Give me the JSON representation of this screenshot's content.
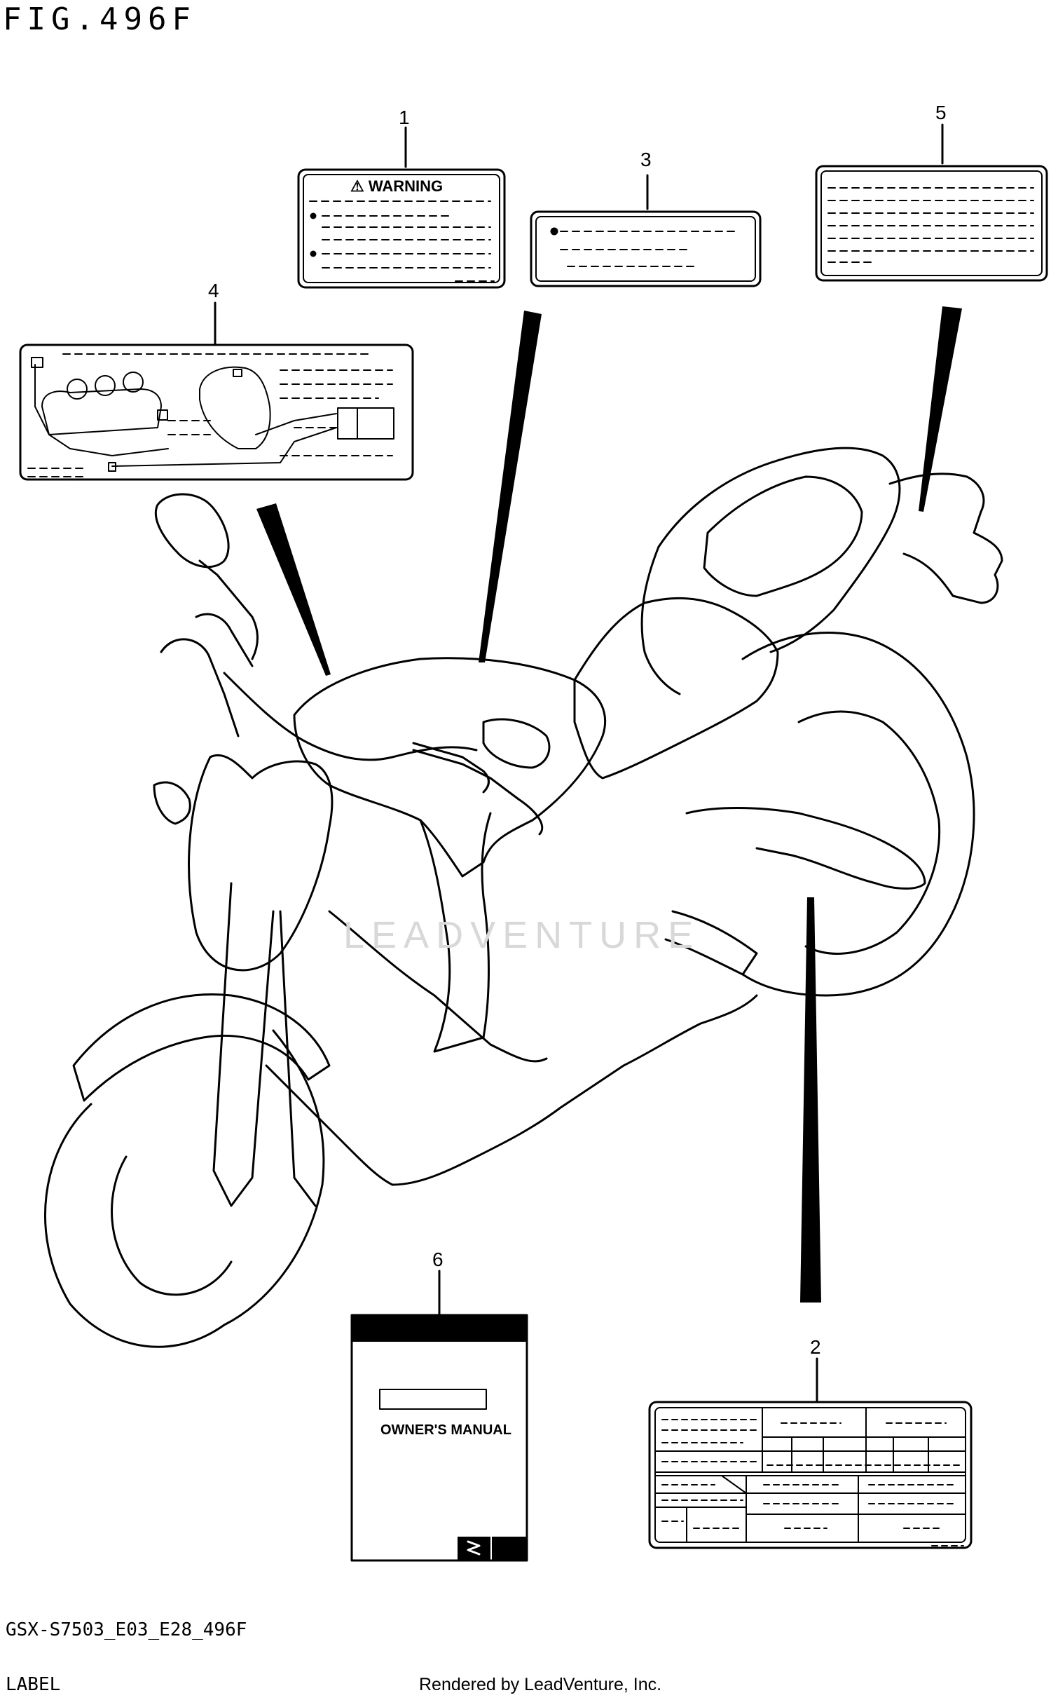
{
  "figure": {
    "title": "FIG.496F",
    "model_code": "GSX-S750",
    "code_suffix": "3_E03_E28_496F",
    "section_label": "LABEL",
    "rendered_by": "Rendered by LeadVenture, Inc.",
    "watermark": "LEADVENTURE"
  },
  "callouts": [
    {
      "number": "1",
      "part": "warning-label"
    },
    {
      "number": "2",
      "part": "information-label"
    },
    {
      "number": "3",
      "part": "caution-label"
    },
    {
      "number": "4",
      "part": "wiring-diagram-label"
    },
    {
      "number": "5",
      "part": "info-label-rear"
    },
    {
      "number": "6",
      "part": "owners-manual"
    }
  ],
  "labels": {
    "warning_heading": "⚠ WARNING",
    "manual_title": "OWNER'S MANUAL"
  },
  "colors": {
    "line": "#000000",
    "background": "#ffffff",
    "watermark": "#d8d8d8"
  }
}
